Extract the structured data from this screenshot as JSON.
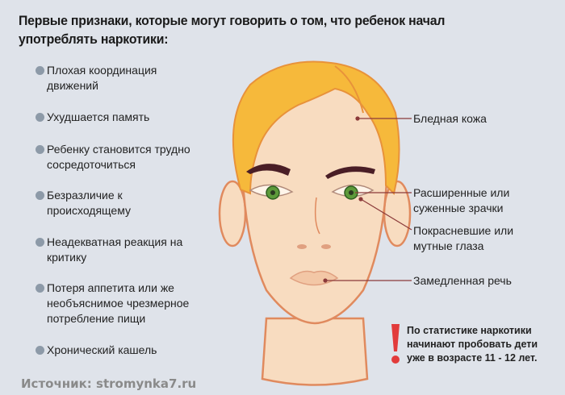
{
  "title": {
    "line1": "Первые признаки, которые могут говорить о том, что ребенок начал",
    "line2": "употреблять наркотики:"
  },
  "symptoms": [
    {
      "line1": "Плохая координация",
      "line2": "движений"
    },
    {
      "line1": "Ухудшается память",
      "line2": ""
    },
    {
      "line1": "Ребенку становится трудно",
      "line2": "сосредоточиться"
    },
    {
      "line1": "Безразличие к",
      "line2": "происходящему"
    },
    {
      "line1": "Неадекватная реакция на",
      "line2": "критику"
    },
    {
      "line1": "Потеря аппетита или же",
      "line2": "необъяснимое чрезмерное",
      "line3": "потребление пищи"
    },
    {
      "line1": "Хронический кашель",
      "line2": ""
    }
  ],
  "face_labels": [
    {
      "line1": "Бледная кожа",
      "line2": ""
    },
    {
      "line1": "Расширенные или",
      "line2": "суженные зрачки"
    },
    {
      "line1": "Покрасневшие или",
      "line2": "мутные глаза"
    },
    {
      "line1": "Замедленная речь",
      "line2": ""
    }
  ],
  "note": {
    "icon": "exclamation-icon",
    "line1": "По статистике наркотики",
    "line2": "начинают пробовать дети",
    "line3": "уже в возрасте 11 - 12 лет."
  },
  "source": "Источник: stromynka7.ru",
  "colors": {
    "background": "#dfe3ea",
    "bullet": "#8d9aa8",
    "skin": "#f8dcc0",
    "hair": "#f6b93b",
    "outline": "#e08a5e",
    "accent_red": "#e23b3b",
    "leader_line": "#8b3a3a",
    "iris": "#5d9a3a"
  }
}
